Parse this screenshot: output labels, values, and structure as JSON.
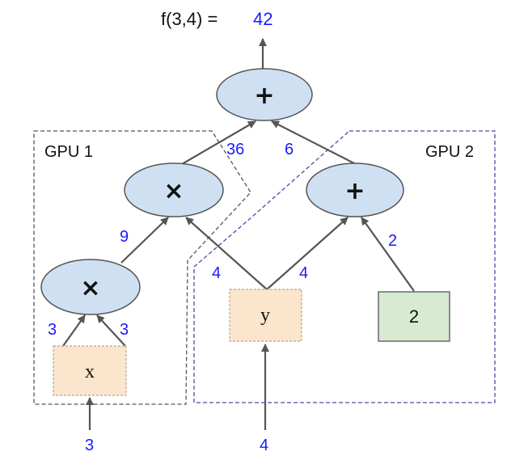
{
  "title": {
    "expr": "f(3,4) =",
    "result": "42"
  },
  "regions": {
    "gpu1": "GPU 1",
    "gpu2": "GPU 2"
  },
  "nodes": {
    "plus_top": "+",
    "mul_mid": "×",
    "plus_right": "+",
    "mul_low": "×",
    "var_x": "x",
    "var_y": "y",
    "const_2": "2"
  },
  "edge_values": {
    "mul_mid_to_plus_top": "36",
    "plus_right_to_plus_top": "6",
    "mul_low_to_mul_mid": "9",
    "y_to_mul_mid": "4",
    "y_to_plus_right": "4",
    "const_to_plus_right": "2",
    "x_to_mul_low_left": "3",
    "x_to_mul_low_right": "3",
    "input_x": "3",
    "input_y": "4"
  },
  "colors": {
    "op_node_fill": "#cfe0f3",
    "var_node_fill": "#fbe5cd",
    "const_node_fill": "#d9ead3",
    "value_text": "#1a1aff",
    "gpu1_border": "#555555",
    "gpu2_border": "#4a4aa8"
  }
}
